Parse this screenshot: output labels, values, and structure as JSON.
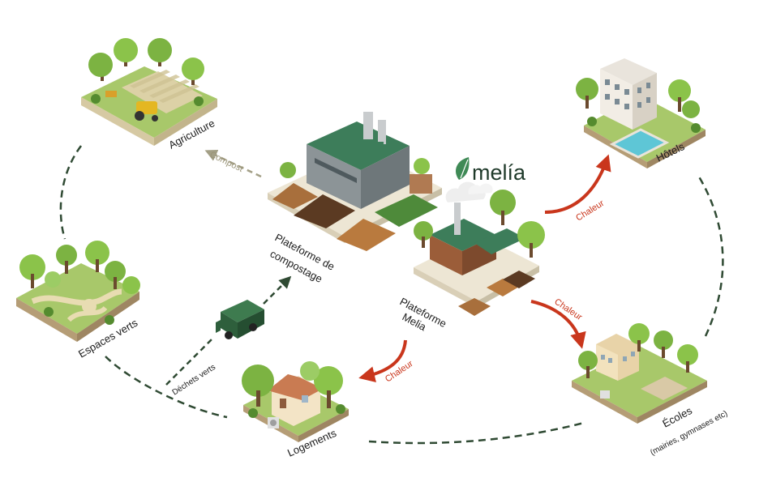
{
  "nodes": {
    "agriculture": "Agriculture",
    "espaces_verts": "Espaces verts",
    "logements": "Logements",
    "ecoles": "Écoles",
    "ecoles_sub": "(mairies, gymnases etc)",
    "hotels": "Hôtels",
    "plateforme_compostage_1": "Plateforme de",
    "plateforme_compostage_2": "compostage",
    "plateforme_melia_1": "Plateforme",
    "plateforme_melia_2": "Melia"
  },
  "flows": {
    "compost": "Compost",
    "dechets_verts": "Déchets verts",
    "chaleur": "Chaleur"
  },
  "brand": {
    "logo_text": "melía"
  },
  "colors": {
    "dash_line": "#2f4a33",
    "heat_arrow": "#c9361c",
    "compost_arrow": "#a39f86",
    "grass": "#a8c86a",
    "roof_green": "#3d7d5a"
  }
}
